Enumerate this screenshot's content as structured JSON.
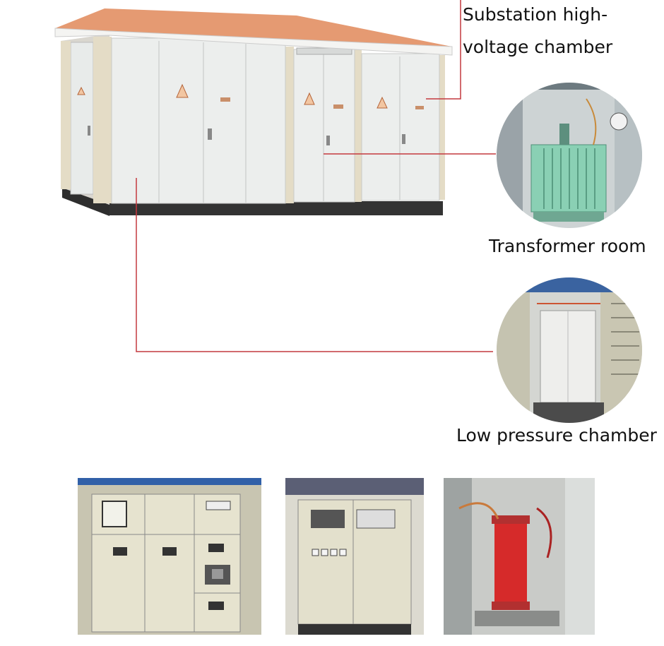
{
  "labels": {
    "hv_line1": "Substation high-",
    "hv_line2": "voltage chamber",
    "transformer": "Transformer room",
    "low_pressure": "Low pressure chamber"
  },
  "colors": {
    "leader_line": "#c4383e",
    "roof": "#e59a72",
    "panel": "#e9eceb",
    "brick": "#e4dcc6",
    "base": "#3a3a3a",
    "transformer_green": "#8ad0b4",
    "cast_resin_red": "#d62a2a",
    "cabinet_cream": "#e6e3cf",
    "frame_blue": "#3160a8"
  },
  "icons": [
    "warning-triangle-icon"
  ]
}
